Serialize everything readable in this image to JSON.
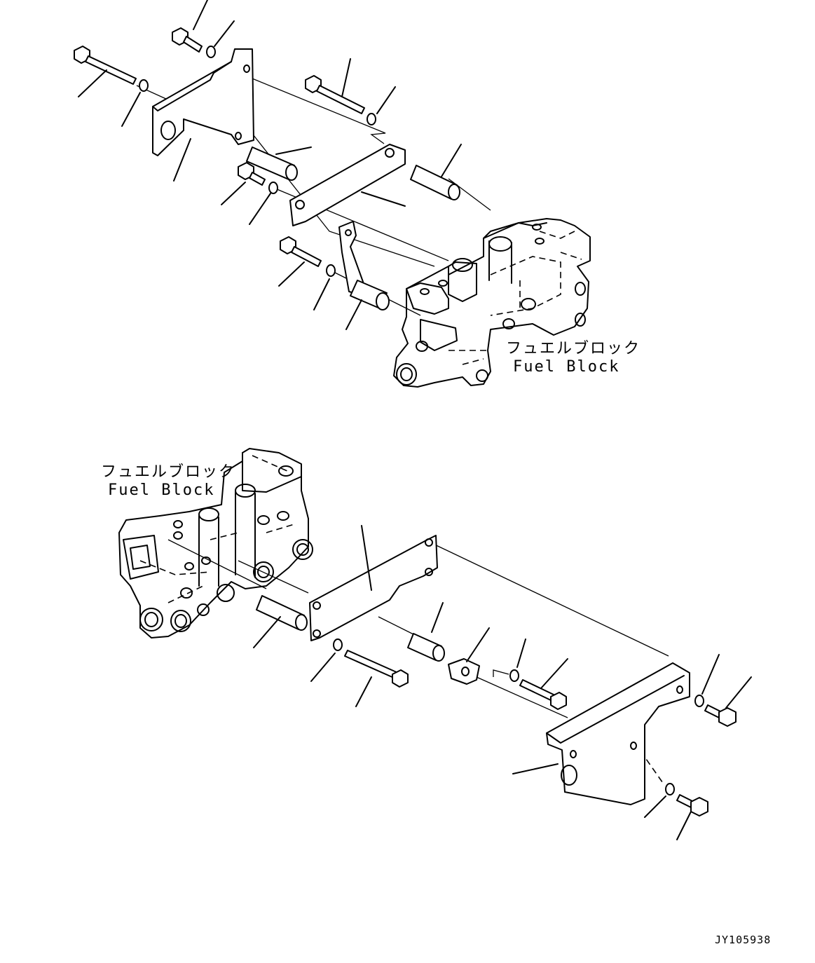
{
  "labels": {
    "upper_jp": "フュエルブロック",
    "upper_en": "Fuel Block",
    "lower_jp": "フュエルブロック",
    "lower_en": "Fuel Block"
  },
  "drawing_code": "JY105938",
  "colors": {
    "line": "#000000",
    "background": "#ffffff"
  }
}
